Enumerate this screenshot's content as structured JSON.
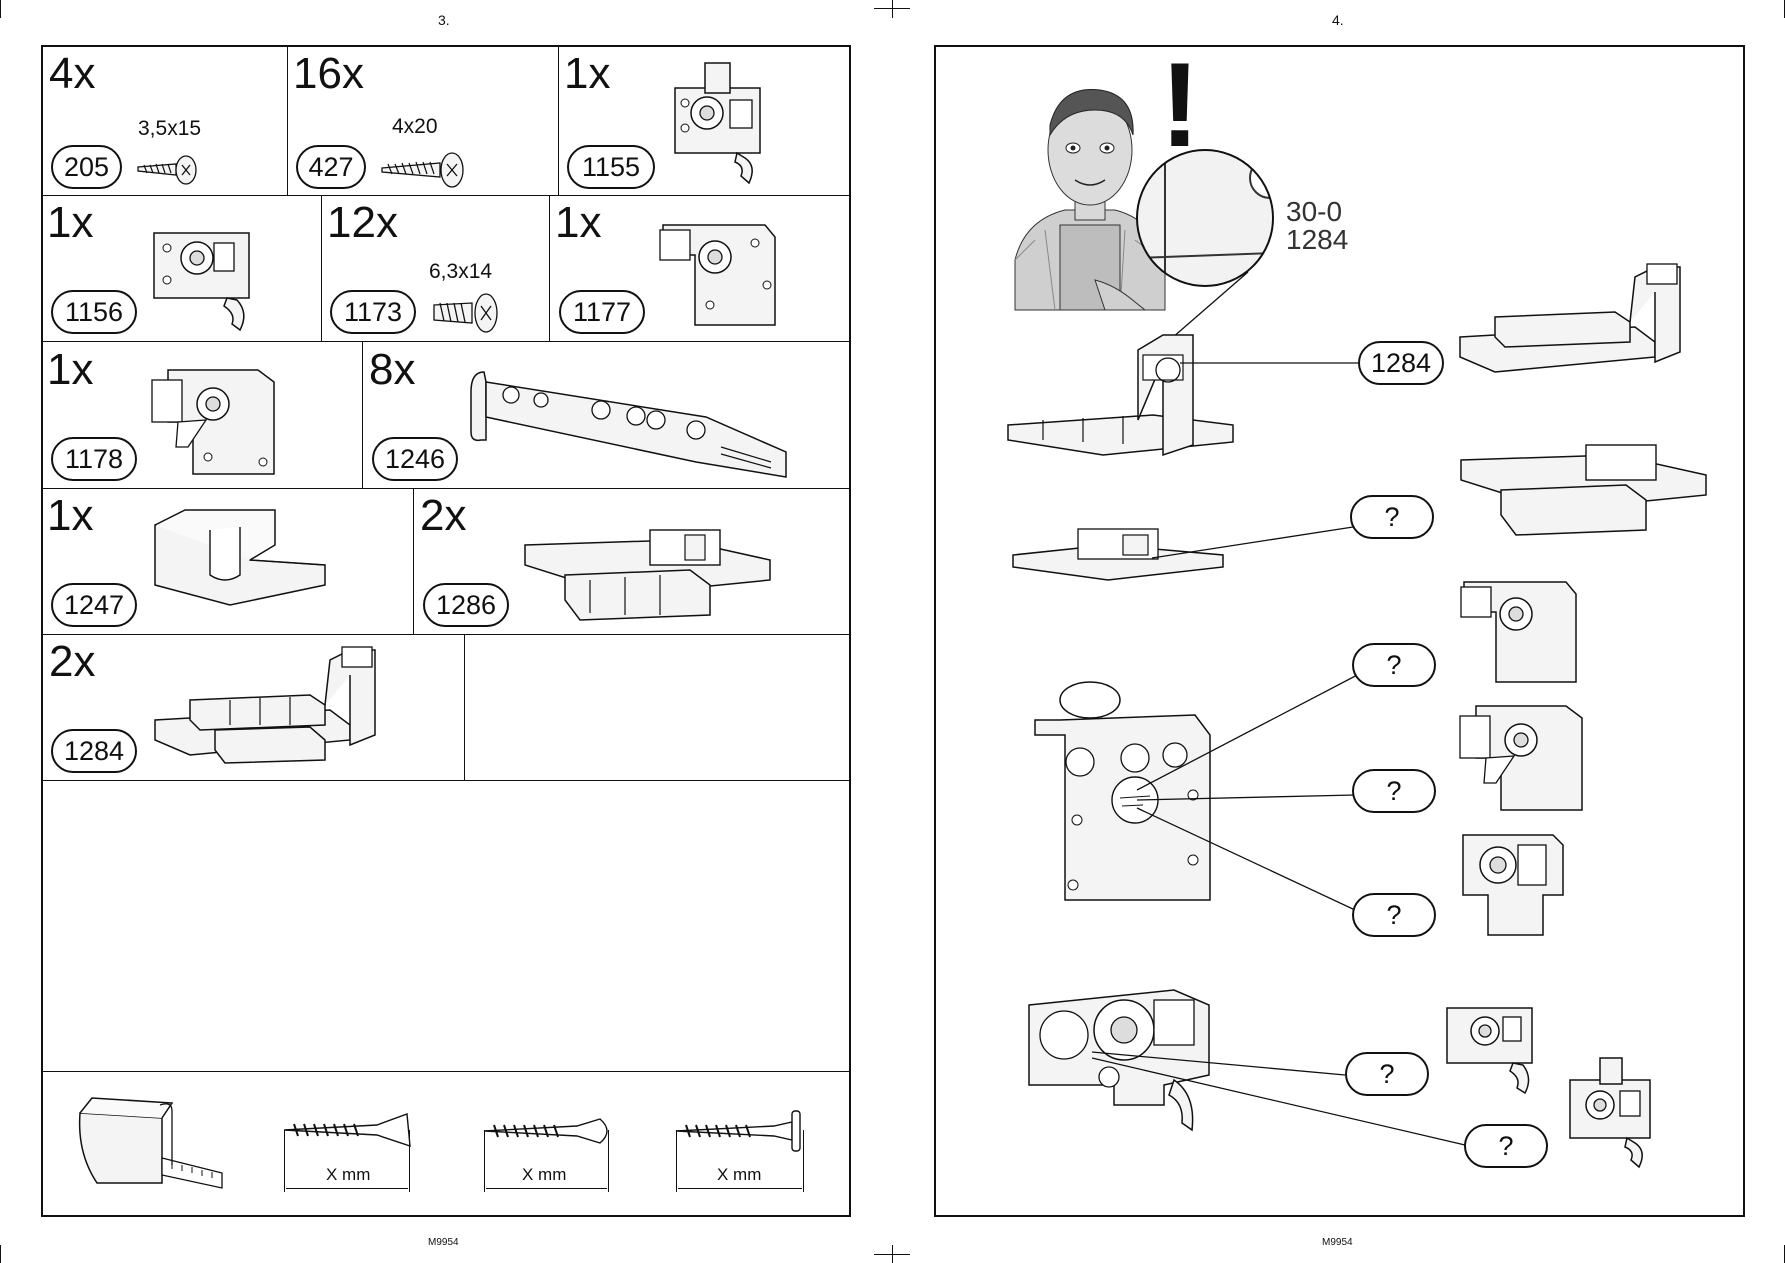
{
  "left_page": {
    "page_number": "3.",
    "footer_code": "M9954",
    "parts": [
      {
        "qty": "4x",
        "code": "205",
        "size": "3,5x15"
      },
      {
        "qty": "16x",
        "code": "427",
        "size": "4x20"
      },
      {
        "qty": "1x",
        "code": "1155"
      },
      {
        "qty": "1x",
        "code": "1156"
      },
      {
        "qty": "12x",
        "code": "1173",
        "size": "6,3x14"
      },
      {
        "qty": "1x",
        "code": "1177"
      },
      {
        "qty": "1x",
        "code": "1178"
      },
      {
        "qty": "8x",
        "code": "1246"
      },
      {
        "qty": "1x",
        "code": "1247"
      },
      {
        "qty": "2x",
        "code": "1286"
      },
      {
        "qty": "2x",
        "code": "1284"
      }
    ],
    "measure_labels": [
      "X mm",
      "X mm",
      "X mm"
    ]
  },
  "right_page": {
    "page_number": "4.",
    "footer_code": "M9954",
    "exclamation": "!",
    "zoom_label_line1": "30-0",
    "zoom_label_line2": "1284",
    "identified_code": "1284",
    "unknown_callouts": [
      "?",
      "?",
      "?",
      "?",
      "?",
      "?"
    ]
  },
  "colors": {
    "ink": "#111111",
    "part_fill": "#f4f4f4",
    "watermark": "#3a5bd6"
  }
}
